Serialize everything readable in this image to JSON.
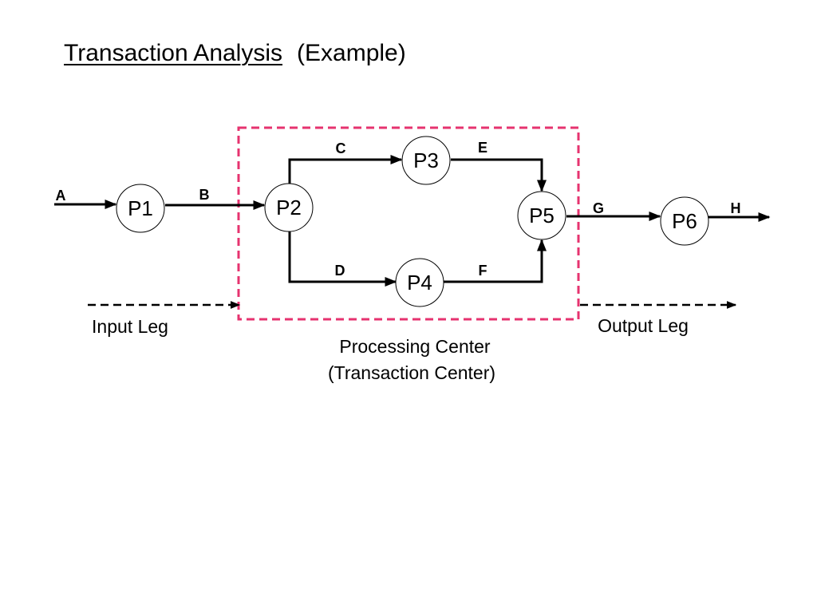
{
  "title": {
    "main": "Transaction Analysis",
    "sub": "(Example)"
  },
  "nodes": {
    "p1": "P1",
    "p2": "P2",
    "p3": "P3",
    "p4": "P4",
    "p5": "P5",
    "p6": "P6"
  },
  "edges": {
    "a": "A",
    "b": "B",
    "c": "C",
    "d": "D",
    "e": "E",
    "f": "F",
    "g": "G",
    "h": "H"
  },
  "captions": {
    "input_leg": "Input Leg",
    "output_leg": "Output Leg",
    "center_line1": "Processing Center",
    "center_line2": "(Transaction Center)"
  },
  "colors": {
    "center_border": "#e6336f",
    "line": "#000000"
  }
}
